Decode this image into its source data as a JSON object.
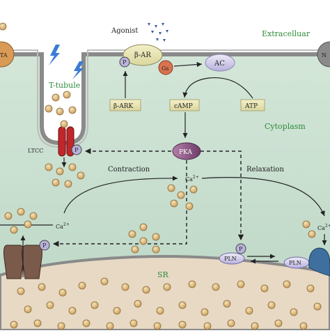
{
  "labels": {
    "agonist": "Agonist",
    "beta_ar": "β-AR",
    "gs": "Gs",
    "p": "P",
    "ac": "AC",
    "extracellular": "Extracelluar",
    "t_tubule": "T-tubule",
    "beta_ark": "β-ARK",
    "camp": "cAMP",
    "atp": "ATP",
    "cytoplasm": "Cytoplasm",
    "ltcc": "LTCC",
    "pka": "PKA",
    "contraction": "Contraction",
    "relaxation": "Relaxation",
    "ca_center": "Ca",
    "ca_left": "Ca",
    "ca_right": "Ca",
    "ca_sup": "2+",
    "pln_left": "PLN",
    "pln_right": "PLN",
    "sr": "SR",
    "edge_left": "TA",
    "edge_right": "N"
  },
  "colors": {
    "membrane": "#8a8a8a",
    "cytoplasm_bg": "#c8ddd0",
    "sr_fill": "#e7d9c4",
    "ion": "#e8c27e",
    "phosphate": "#b9b3dc",
    "pka": "#8f5e86",
    "ltcc": "#c0262a",
    "ryr": "#7a5a4a",
    "serca": "#3f6f9e",
    "text_green": "#2e8b3a"
  }
}
